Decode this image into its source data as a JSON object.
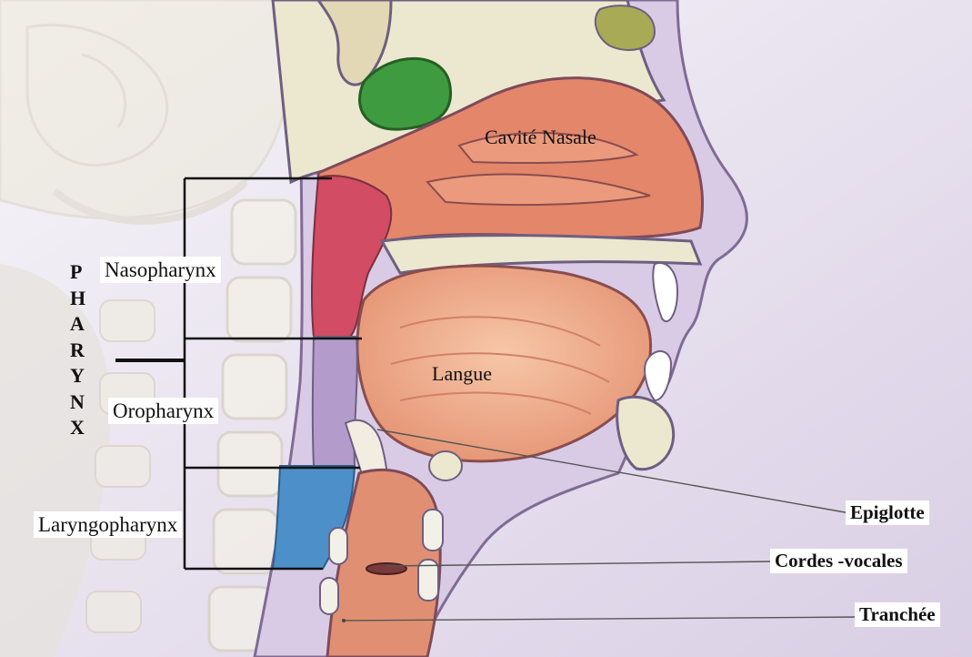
{
  "pharynx_letters": [
    "P",
    "H",
    "A",
    "R",
    "Y",
    "N",
    "X"
  ],
  "regions": {
    "nasopharynx": "Nasopharynx",
    "oropharynx": "Oropharynx",
    "laryngopharynx": "Laryngopharynx"
  },
  "structures": {
    "cavite_nasale": "Cavité Nasale",
    "langue": "Langue",
    "epiglotte": "Epiglotte",
    "cordes_vocales": "Cordes -vocales",
    "trachee": "Tranchée"
  },
  "colors": {
    "background": "#e9e4ef",
    "nasal_cavity": "#e4866a",
    "nasopharynx": "#d24c63",
    "laryngopharynx": "#4d8fc9",
    "tongue": "#f0b08e",
    "bone": "#e7e2c8",
    "sinus": "#3f9b3f",
    "soft_tissue": "#c9b6dc"
  }
}
